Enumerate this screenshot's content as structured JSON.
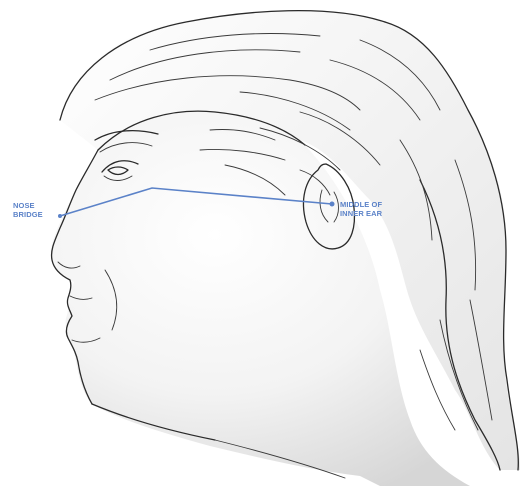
{
  "labels": {
    "nose_bridge": [
      "NOSE",
      "BRIDGE"
    ],
    "ear": [
      "MIDDLE OF",
      "INNER EAR"
    ]
  },
  "colors": {
    "measure_line": "#5b82c8",
    "ink": "#2a2a2a",
    "skin_shade": "#d9d9d9"
  }
}
